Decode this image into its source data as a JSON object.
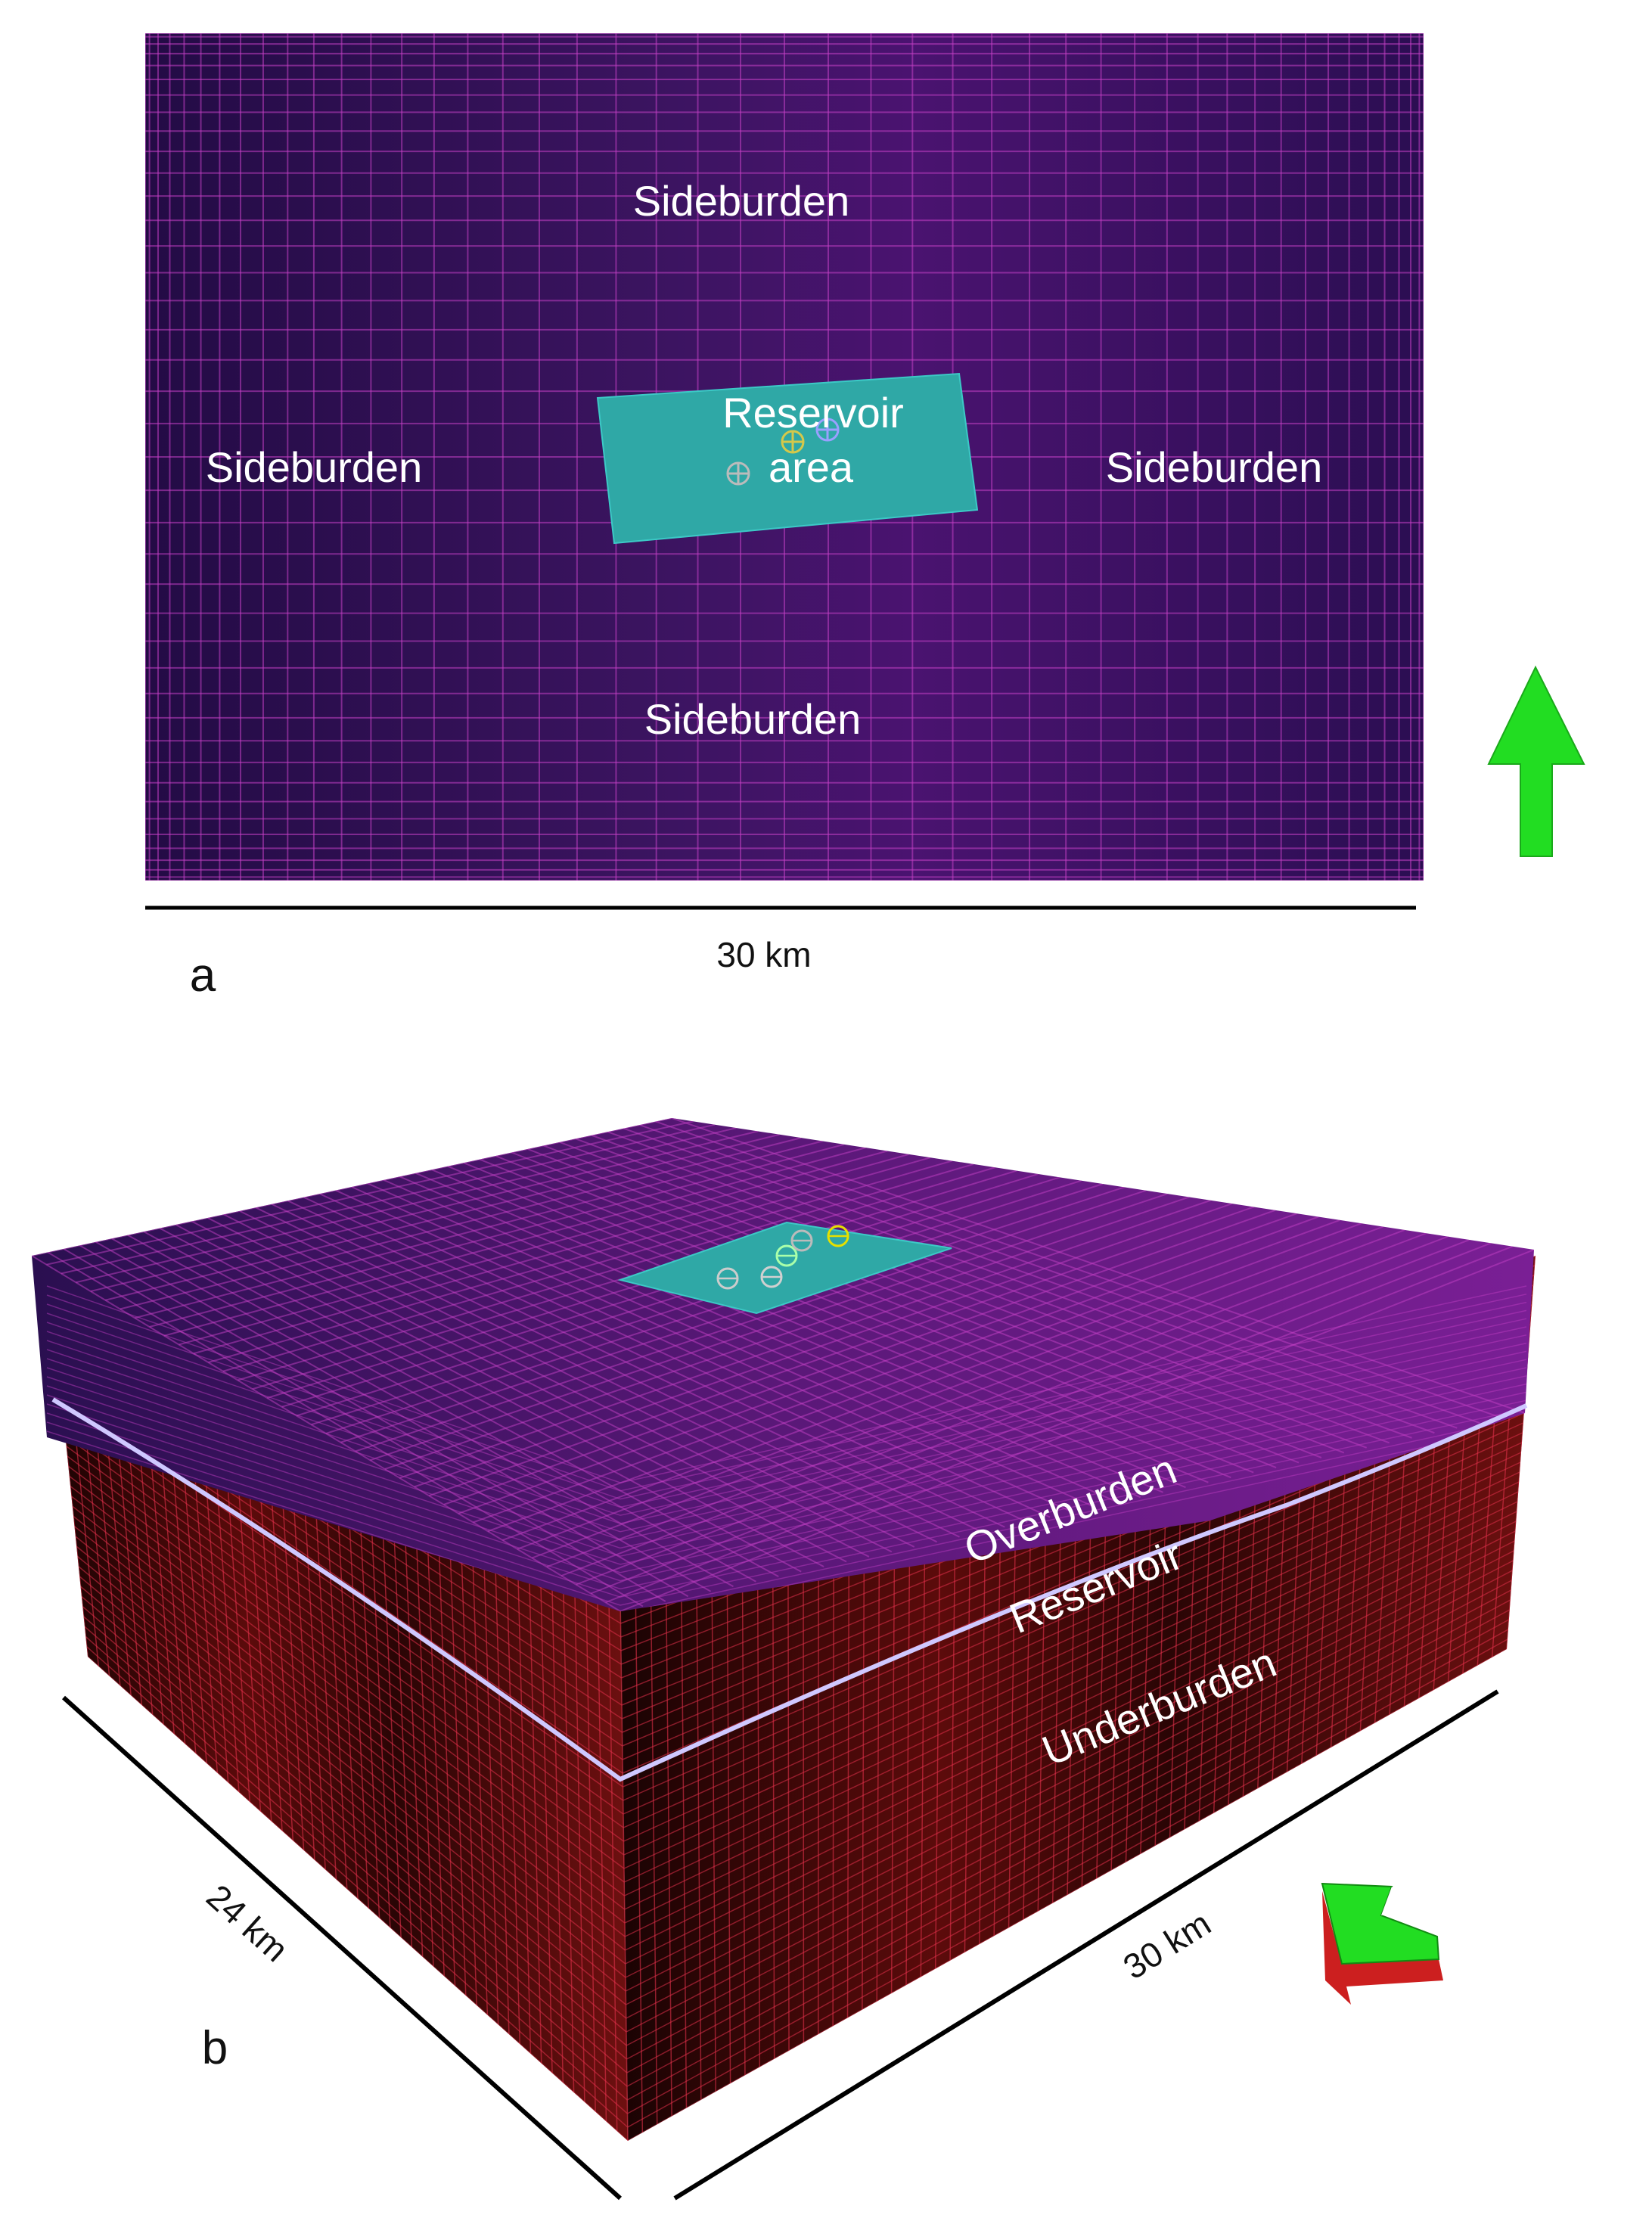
{
  "panel_a": {
    "label": "a",
    "regions": {
      "sideburden_top": "Sideburden",
      "sideburden_left": "Sideburden",
      "sideburden_right": "Sideburden",
      "sideburden_bottom": "Sideburden",
      "reservoir_line1": "Reservoir",
      "reservoir_line2": "area"
    },
    "scale_label": "30 km",
    "north_arrow_icon": "north-arrow-icon"
  },
  "panel_b": {
    "label": "b",
    "layers": {
      "overburden": "Overburden",
      "reservoir": "Reservoir",
      "underburden": "Underburden"
    },
    "scale_left": "24 km",
    "scale_right": "30 km",
    "compass_icon": "3d-north-arrow-icon"
  },
  "colors": {
    "grid_background": "#2a0e4f",
    "grid_line": "#c23fc4",
    "reservoir": "#2fa8a6",
    "underburden": "#5a0c0c",
    "underburden_line": "#e0304a",
    "arrow": "#22dd22"
  }
}
